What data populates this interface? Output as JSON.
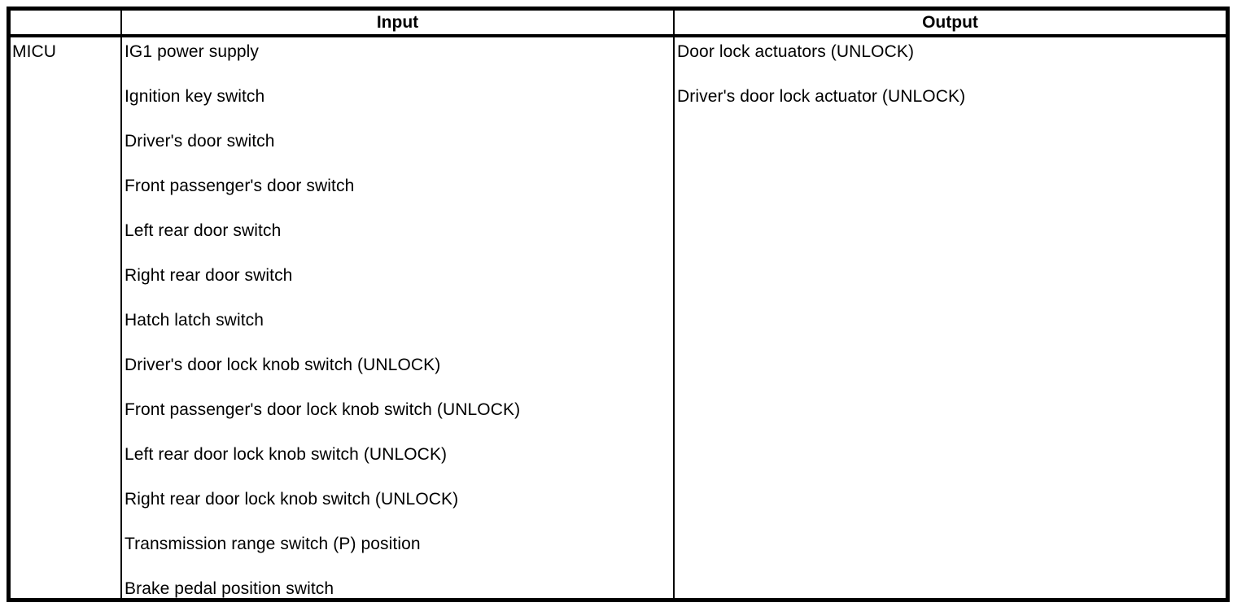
{
  "table": {
    "headers": {
      "unit": "",
      "input": "Input",
      "output": "Output"
    },
    "unit": "MICU",
    "inputs": [
      "IG1 power supply",
      "Ignition key switch",
      "Driver's door switch",
      "Front passenger's door switch",
      "Left rear door switch",
      "Right rear door switch",
      "Hatch latch switch",
      "Driver's door lock knob switch (UNLOCK)",
      "Front passenger's door lock knob switch (UNLOCK)",
      "Left rear door lock knob switch (UNLOCK)",
      "Right rear door lock knob switch (UNLOCK)",
      "Transmission range switch (P) position",
      "Brake pedal position switch"
    ],
    "outputs": [
      "Door lock actuators (UNLOCK)",
      "Driver's door lock actuator (UNLOCK)"
    ]
  },
  "colors": {
    "background": "#ffffff",
    "border": "#000000",
    "text": "#000000"
  }
}
